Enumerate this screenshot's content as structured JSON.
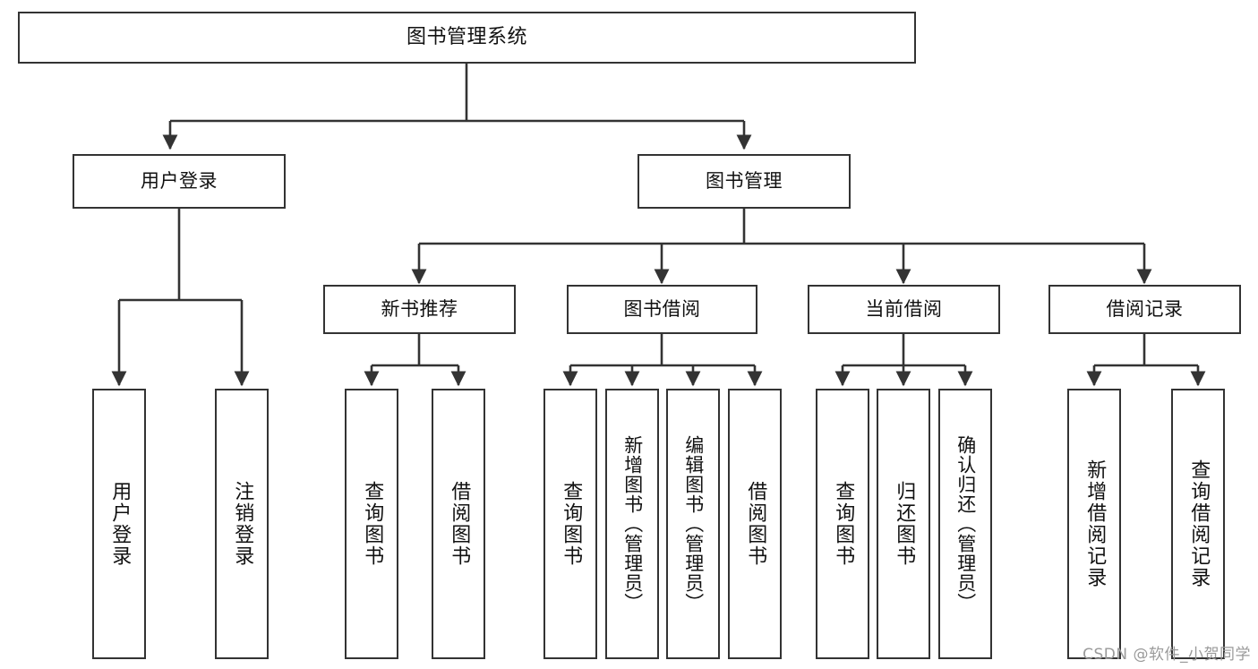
{
  "diagram": {
    "title": "图书管理系统",
    "watermark": "CSDN @软件_小贺同学",
    "colors": {
      "box_border": "#333333",
      "box_fill": "#ffffff",
      "edge": "#333333",
      "text": "#111111",
      "watermark": "#9a9a9a",
      "background": "#ffffff"
    },
    "nodes": {
      "root": {
        "label": "图书管理系统"
      },
      "level2": [
        {
          "id": "user-login",
          "label": "用户登录"
        },
        {
          "id": "book-manage",
          "label": "图书管理"
        }
      ],
      "level3": [
        {
          "id": "new-book-rec",
          "label": "新书推荐"
        },
        {
          "id": "book-borrow",
          "label": "图书借阅"
        },
        {
          "id": "current-borrow",
          "label": "当前借阅"
        },
        {
          "id": "borrow-record",
          "label": "借阅记录"
        }
      ],
      "leaves": {
        "user_login": [
          {
            "id": "leaf-user-login",
            "label": "用户登录"
          },
          {
            "id": "leaf-logout",
            "label": "注销登录"
          }
        ],
        "new_book_rec": [
          {
            "id": "leaf-query-book-1",
            "label": "查询图书"
          },
          {
            "id": "leaf-borrow-book-1",
            "label": "借阅图书"
          }
        ],
        "book_borrow": [
          {
            "id": "leaf-query-book-2",
            "label": "查询图书"
          },
          {
            "id": "leaf-add-book",
            "label": "新增图书（管理员）"
          },
          {
            "id": "leaf-edit-book",
            "label": "编辑图书（管理员）"
          },
          {
            "id": "leaf-borrow-book-2",
            "label": "借阅图书"
          }
        ],
        "current_borrow": [
          {
            "id": "leaf-query-book-3",
            "label": "查询图书"
          },
          {
            "id": "leaf-return-book",
            "label": "归还图书"
          },
          {
            "id": "leaf-confirm-return",
            "label": "确认归还（管理员）"
          }
        ],
        "borrow_record": [
          {
            "id": "leaf-add-record",
            "label": "新增借阅记录"
          },
          {
            "id": "leaf-query-record",
            "label": "查询借阅记录"
          }
        ]
      }
    }
  }
}
